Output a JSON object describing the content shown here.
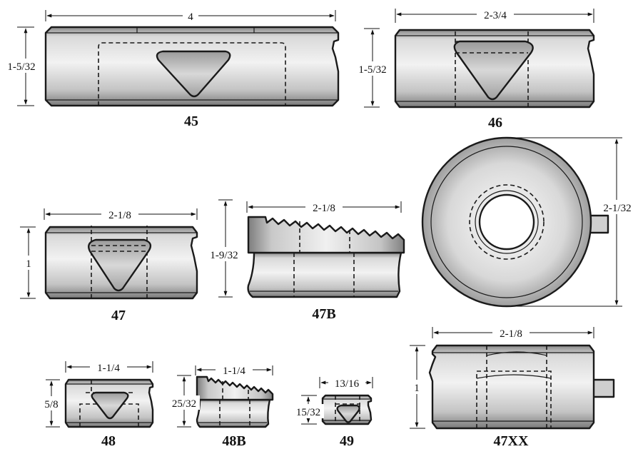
{
  "dies": [
    {
      "id": "45",
      "model": "45",
      "width_dim": "4",
      "height_dim": "1-5/32"
    },
    {
      "id": "46",
      "model": "46",
      "width_dim": "2-3/4",
      "height_dim": "1-5/32"
    },
    {
      "id": "47",
      "model": "47",
      "width_dim": "2-1/8",
      "height_dim": "1"
    },
    {
      "id": "47B",
      "model": "47B",
      "width_dim": "2-1/8",
      "height_dim": "1-9/32"
    },
    {
      "id": "round",
      "diameter_dim": "2-1/32"
    },
    {
      "id": "48",
      "model": "48",
      "width_dim": "1-1/4",
      "height_dim": "5/8"
    },
    {
      "id": "48B",
      "model": "48B",
      "width_dim": "1-1/4",
      "height_dim": "25/32"
    },
    {
      "id": "49",
      "model": "49",
      "width_dim": "13/16",
      "height_dim": "15/32"
    },
    {
      "id": "47XX",
      "model": "47XX",
      "width_dim": "2-1/8",
      "height_dim": "1"
    }
  ],
  "colors": {
    "metal_light": "#eeeeee",
    "metal_mid": "#bdbdbd",
    "metal_dark": "#7c7c7c",
    "line": "#1a1a1a"
  }
}
